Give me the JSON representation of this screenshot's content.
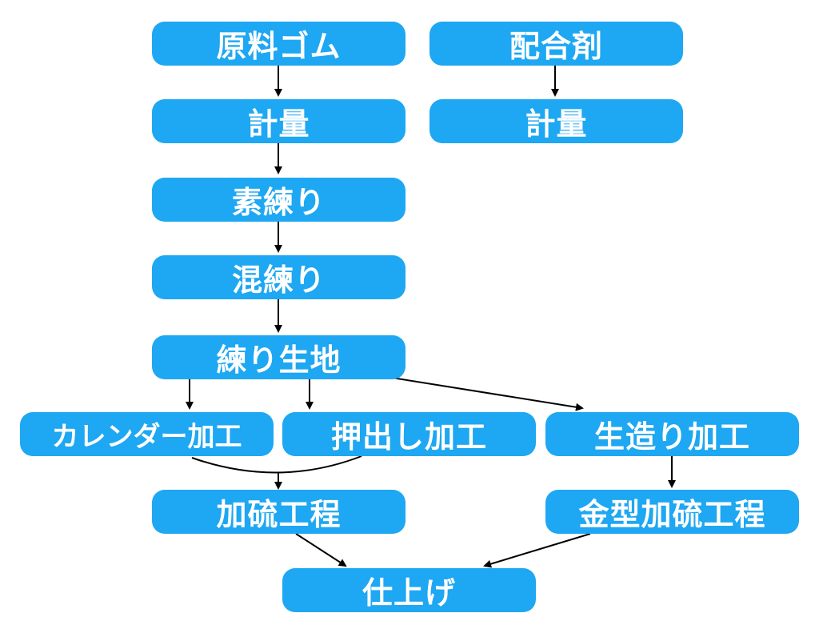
{
  "nodes": {
    "raw_rubber": "原料ゴム",
    "compounding_agent": "配合剤",
    "weighing_rubber": "計量",
    "weighing_agent": "計量",
    "mastication": "素練り",
    "mixing": "混練り",
    "compound": "練り生地",
    "calendering": "カレンダー加工",
    "extrusion": "押出し加工",
    "green_forming": "生造り加工",
    "vulcanization": "加硫工程",
    "mold_vulcanization": "金型加硫工程",
    "finishing": "仕上げ"
  },
  "colors": {
    "node_fill": "#1ea7f2",
    "node_text": "#ffffff",
    "edge": "#000000"
  }
}
